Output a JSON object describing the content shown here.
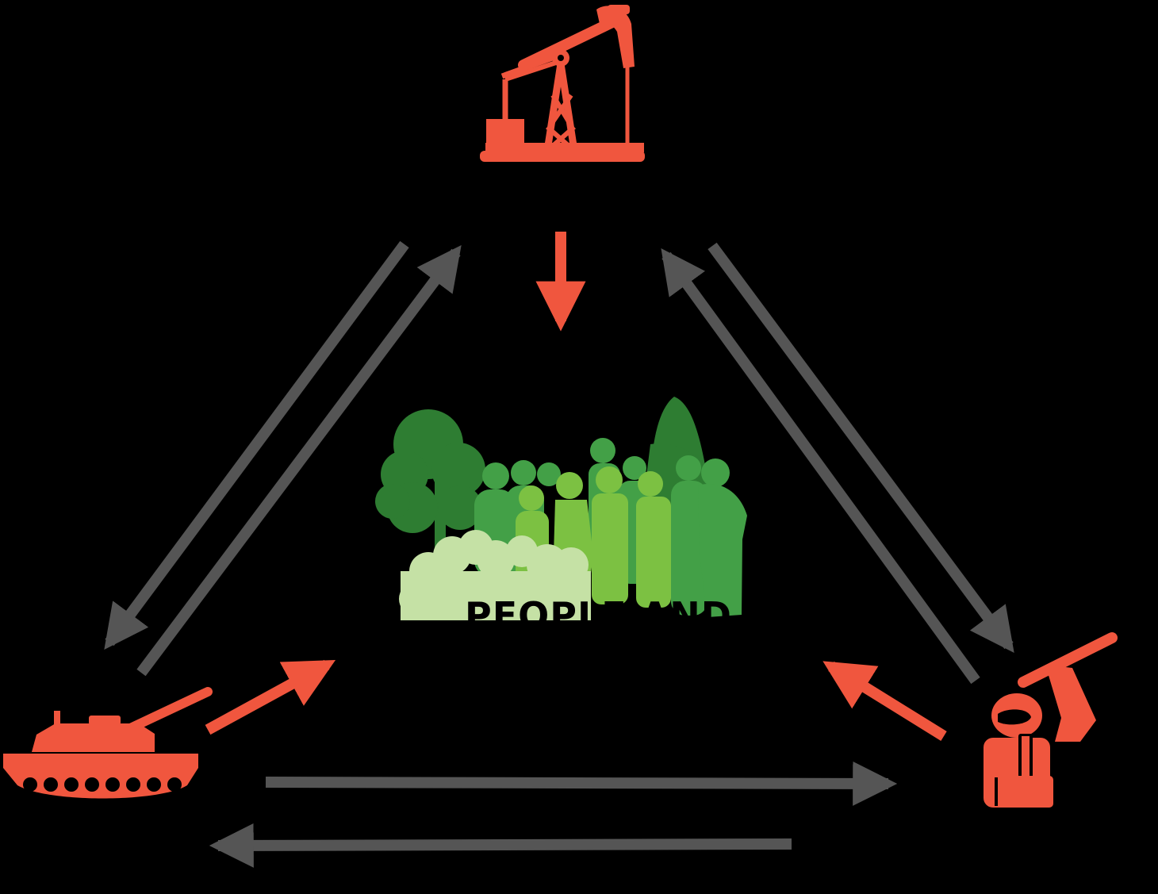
{
  "diagram": {
    "center_label": "PEOPLE AND",
    "nodes": [
      {
        "id": "oil",
        "icon": "oil-pumpjack-icon"
      },
      {
        "id": "military",
        "icon": "tank-icon"
      },
      {
        "id": "armed-group",
        "icon": "armed-soldier-icon"
      },
      {
        "id": "center",
        "icon": "people-and-nature-icon"
      }
    ],
    "colors": {
      "background": "#000000",
      "actor": "#f0563e",
      "relation_arrow": "#555555",
      "influence_arrow": "#f0563e",
      "tree_dark": "#2e7d32",
      "people_mid": "#4caf50",
      "people_light": "#8bc34a",
      "bush_light": "#c5e1a5"
    }
  }
}
